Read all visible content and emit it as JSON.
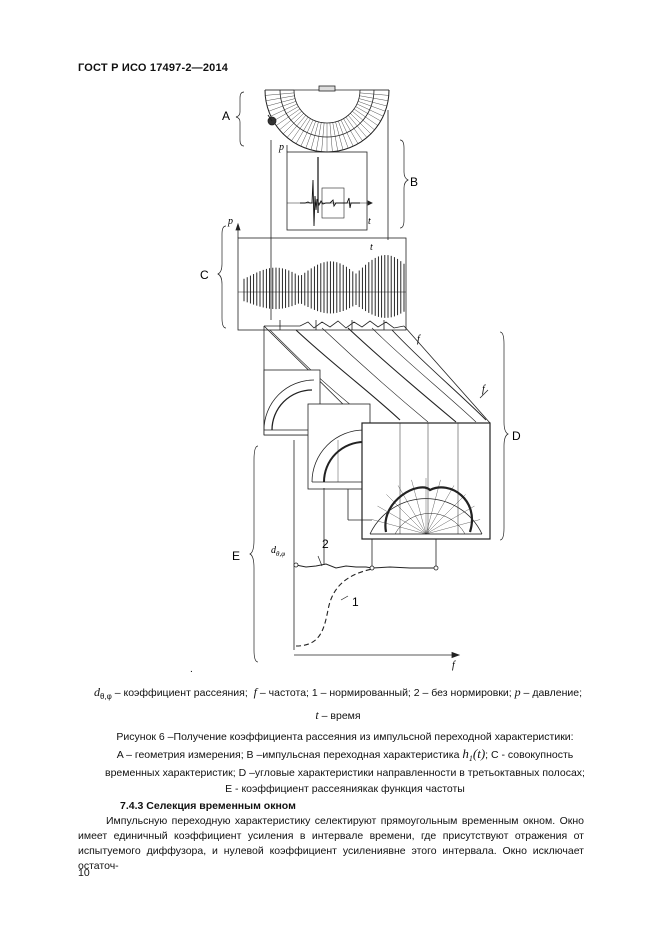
{
  "header": {
    "standard": "ГОСТ Р ИСО 17497-2—2014"
  },
  "figure": {
    "labels": {
      "A": "A",
      "B": "B",
      "C": "C",
      "D": "D",
      "E": "E"
    },
    "axes": {
      "p_top": "p",
      "t_top": "t",
      "p_mid": "p",
      "t_mid": "t",
      "f_mid": "f",
      "f_side": "f",
      "d_label": "d",
      "d_sub": "θ,φ",
      "f_bottom": "f"
    },
    "curve_labels": {
      "one": "1",
      "two": "2"
    },
    "dot": "."
  },
  "legend": {
    "line1": {
      "d_symbol": "d",
      "d_sub": "θ,φ",
      "d_desc": " – коэффициент рассеяния;",
      "f_symbol": "f",
      "f_desc": " – частота; 1 – нормированный; 2 – без нормировки; ",
      "p_symbol": "p",
      "p_desc": " – давление;"
    },
    "line2": {
      "t_symbol": "t",
      "t_desc": " – время"
    }
  },
  "caption": {
    "title": "Рисунок 6 –Получение коэффициента рассеяния из импульсной переходной характеристики:",
    "line2_a": "A – геометрия измерения; B –импульсная переходная характеристика ",
    "ht_symbol": "h",
    "ht_sub": "1",
    "ht_arg": "(t)",
    "line2_b": "; C - совокупность",
    "line3": "временных характеристик; D –угловые характеристики направленности в третьоктавных полосах;",
    "line4": "E - коэффициент рассеяниякак функция частоты"
  },
  "section": {
    "title": "7.4.3 Селекция временным окном",
    "text": "Импульсную переходную характеристику селектируют прямоугольным временным окном. Окно имеет единичный коэффициент усиления в интервале времени, где присутствуют отражения от испытуемого диффузора, и нулевой коэффициент усилениявне этого интервала. Окно исключает остаточ-"
  },
  "page_number": "10"
}
